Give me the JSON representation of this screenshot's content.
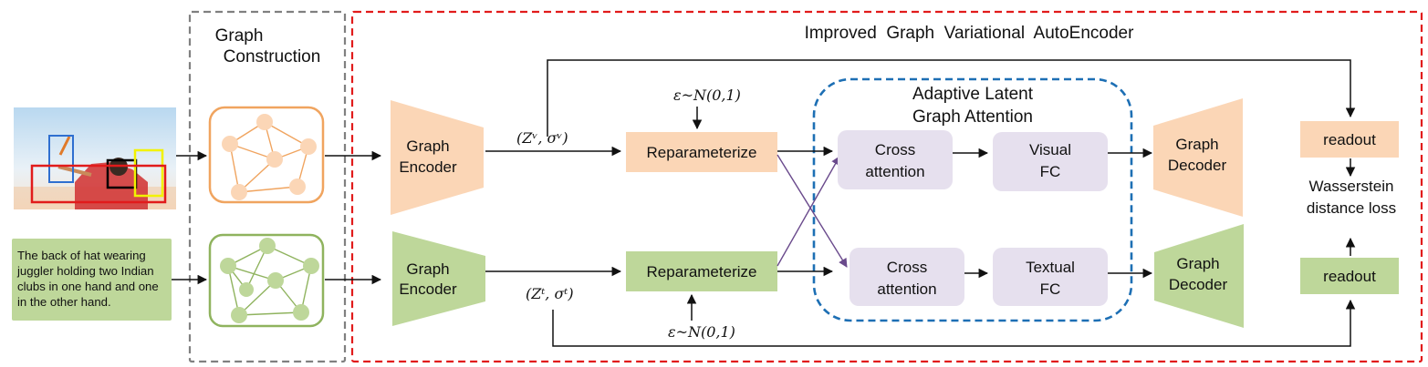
{
  "sections": {
    "graph_construction": [
      "Graph",
      "Construction"
    ],
    "improved_gvae": "Improved  Graph  Variational  AutoEncoder",
    "adaptive_attention": [
      "Adaptive Latent",
      "Graph Attention"
    ]
  },
  "caption_text": "The back of hat wearing juggler holding two Indian clubs in one hand and one in the other hand.",
  "visual_branch": {
    "encoder": [
      "Graph",
      "Encoder"
    ],
    "latent": "(Zᵛ, σᵛ)",
    "noise": "ε~N(0,1)",
    "reparam": "Reparameterize",
    "cross_attention": [
      "Cross",
      "attention"
    ],
    "fc": [
      "Visual",
      "FC"
    ],
    "decoder": [
      "Graph",
      "Decoder"
    ],
    "readout": "readout"
  },
  "text_branch": {
    "encoder": [
      "Graph",
      "Encoder"
    ],
    "latent": "(Zᵗ, σᵗ)",
    "noise": "ε~N(0,1)",
    "reparam": "Reparameterize",
    "cross_attention": [
      "Cross",
      "attention"
    ],
    "fc": [
      "Textual",
      "FC"
    ],
    "decoder": [
      "Graph",
      "Decoder"
    ],
    "readout": "readout"
  },
  "loss": [
    "Wasserstein",
    "distance loss"
  ],
  "colors": {
    "visual_fill": "#fbd6b6",
    "text_fill": "#bed79a",
    "attention_fill": "#e6e0ee",
    "graph_construction_border": "#808080",
    "gvae_border": "#e11b1b",
    "attention_border": "#1d6fb4",
    "visual_graph_stroke": "#f0a45f",
    "text_graph_stroke": "#8fb35e",
    "cross_arrow": "#6a4a8c"
  }
}
